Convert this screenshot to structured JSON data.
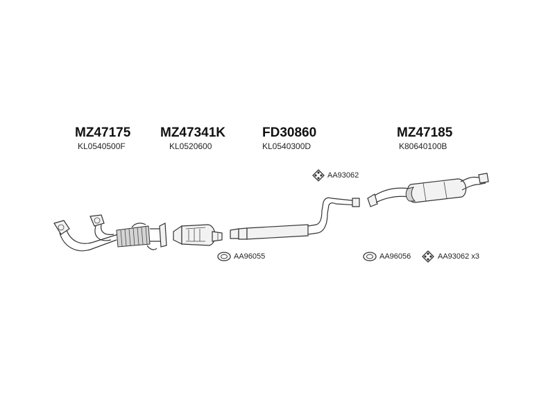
{
  "parts": [
    {
      "part_number": "MZ47175",
      "ref_number": "KL0540500F"
    },
    {
      "part_number": "MZ47341K",
      "ref_number": "KL0520600"
    },
    {
      "part_number": "FD30860",
      "ref_number": "KL0540300D"
    },
    {
      "part_number": "MZ47185",
      "ref_number": "K80640100B"
    }
  ],
  "accessories": [
    {
      "code": "AA93062",
      "icon": "diamond-gasket-icon"
    },
    {
      "code": "AA96055",
      "icon": "oval-gasket-icon"
    },
    {
      "code": "AA96056",
      "icon": "oval-gasket-icon"
    },
    {
      "code": "AA93062 x3",
      "icon": "diamond-gasket-icon"
    }
  ]
}
